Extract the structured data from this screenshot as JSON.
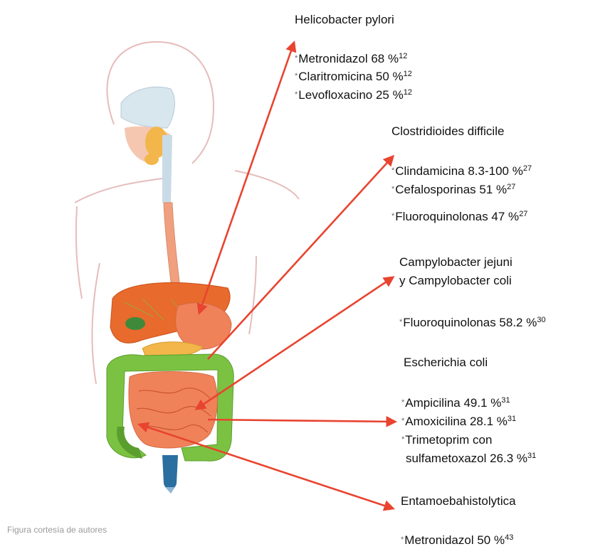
{
  "colors": {
    "arrow": "#e8442f",
    "liver": "#e86a2c",
    "intestine": "#f0825a",
    "colon": "#7cc242",
    "body_outline": "#e6bcbc"
  },
  "pathogens": [
    {
      "name": "Helicobacter pylori",
      "drugs": [
        {
          "text": "Metronidazol 68 %",
          "ref": "12"
        },
        {
          "text": "Claritromicina 50 %",
          "ref": "12"
        },
        {
          "text": "Levofloxacino 25 %",
          "ref": "12"
        }
      ]
    },
    {
      "name": "Clostridioides difficile",
      "drugs": [
        {
          "text": "Clindamicina 8.3-100 %",
          "ref": "27"
        },
        {
          "text": "Cefalosporinas 51 %",
          "ref": "27"
        },
        {
          "text": "Fluoroquinolonas 47 %",
          "ref": "27"
        }
      ]
    },
    {
      "name_lines": [
        "Campylobacter jejuni",
        "y Campylobacter coli"
      ],
      "drugs": [
        {
          "text": "Fluoroquinolonas 58.2 %",
          "ref": "30"
        }
      ]
    },
    {
      "name": "Escherichia coli",
      "drugs": [
        {
          "text": "Ampicilina 49.1 %",
          "ref": "31"
        },
        {
          "text": "Amoxicilina 28.1 %",
          "ref": "31"
        },
        {
          "text": "Trimetoprim con",
          "ref": ""
        },
        {
          "text": "sulfametoxazol 26.3 %",
          "ref": "31"
        }
      ]
    },
    {
      "name": "Entamoebahistolytica",
      "drugs": [
        {
          "text": "Metronidazol 50 %",
          "ref": "43"
        }
      ]
    }
  ],
  "asterisk": "*",
  "credit": "Figura cortesía de autores"
}
